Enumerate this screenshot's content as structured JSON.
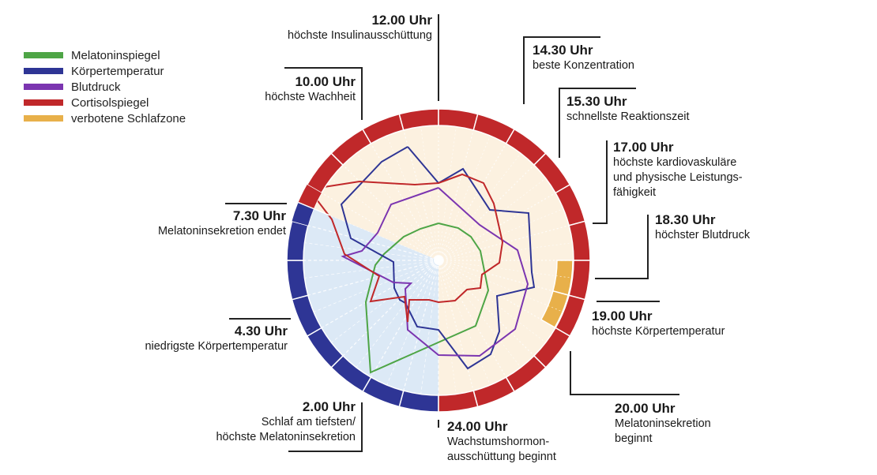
{
  "legend": [
    {
      "label": "Melatoninspiegel",
      "color": "#4ea546"
    },
    {
      "label": "Körpertemperatur",
      "color": "#2e3595"
    },
    {
      "label": "Blutdruck",
      "color": "#7b35b0"
    },
    {
      "label": "Cortisolspiegel",
      "color": "#c0282a"
    },
    {
      "label": "verbotene Schlafzone",
      "color": "#e8b04a"
    }
  ],
  "annotations": [
    {
      "time": "12.00 Uhr",
      "desc": [
        "höchste Insulinausschüttung"
      ]
    },
    {
      "time": "14.30 Uhr",
      "desc": [
        "beste Konzentration"
      ]
    },
    {
      "time": "15.30 Uhr",
      "desc": [
        "schnellste Reaktionszeit"
      ]
    },
    {
      "time": "17.00 Uhr",
      "desc": [
        "höchste kardiovaskuläre",
        "und physische Leistungs-",
        "fähigkeit"
      ]
    },
    {
      "time": "18.30 Uhr",
      "desc": [
        "höchster Blutdruck"
      ]
    },
    {
      "time": "19.00 Uhr",
      "desc": [
        "höchste Körpertemperatur"
      ]
    },
    {
      "time": "20.00 Uhr",
      "desc": [
        "Melatoninsekretion",
        "beginnt"
      ]
    },
    {
      "time": "24.00 Uhr",
      "desc": [
        "Wachstumshormon-",
        "ausschüttung beginnt"
      ]
    },
    {
      "time": "2.00 Uhr",
      "desc": [
        "Schlaf am tiefsten/",
        "höchste Melatoninsekretion"
      ]
    },
    {
      "time": "4.30 Uhr",
      "desc": [
        "niedrigste Körpertemperatur"
      ]
    },
    {
      "time": "7.30 Uhr",
      "desc": [
        "Melatoninsekretion endet"
      ]
    },
    {
      "time": "10.00 Uhr",
      "desc": [
        "höchste Wachheit"
      ]
    }
  ],
  "colors": {
    "day_ring": "#c0282a",
    "night_ring": "#2e3595",
    "day_fill": "#fcf1e0",
    "night_fill": "#dce9f6",
    "forbidden_zone": "#e8b04a"
  },
  "chart_data": {
    "type": "radar",
    "title": "",
    "description": "24-hour circadian clock; 12 Uhr at top, 24 Uhr at bottom, 18 Uhr at right, 6 Uhr at left. Night zone (blue) from 24.00 to 7.30 Uhr; forbidden sleep zone 18.00–20.00 Uhr.",
    "categories_hours": [
      12,
      13,
      14,
      15,
      16,
      17,
      18,
      19,
      20,
      21,
      22,
      23,
      24,
      1,
      2,
      3,
      4,
      5,
      6,
      7,
      8,
      9,
      10,
      11
    ],
    "night_zone": {
      "start_hour": 0,
      "end_hour": 7.5
    },
    "forbidden_sleep_zone": {
      "start_hour": 18,
      "end_hour": 20
    },
    "series": [
      {
        "name": "Melatoninspiegel",
        "color": "#4ea546",
        "points": [
          [
            555,
            283
          ],
          [
            580,
            289
          ],
          [
            596,
            300
          ],
          [
            608,
            318
          ],
          [
            618,
            368
          ],
          [
            602,
            413
          ],
          [
            469,
            472
          ],
          [
            463,
            383
          ],
          [
            475,
            336
          ],
          [
            486,
            322
          ],
          [
            511,
            300
          ],
          [
            532,
            290
          ],
          [
            555,
            283
          ]
        ]
      },
      {
        "name": "Körpertemperatur",
        "color": "#2e3595",
        "points": [
          [
            516,
            186
          ],
          [
            555,
            232
          ],
          [
            586,
            214
          ],
          [
            620,
            266
          ],
          [
            669,
            270
          ],
          [
            673,
            345
          ],
          [
            676,
            364
          ],
          [
            629,
            375
          ],
          [
            632,
            420
          ],
          [
            621,
            449
          ],
          [
            592,
            467
          ],
          [
            555,
            418
          ],
          [
            528,
            414
          ],
          [
            513,
            384
          ],
          [
            506,
            380
          ],
          [
            499,
            365
          ],
          [
            498,
            332
          ],
          [
            444,
            302
          ],
          [
            432,
            259
          ],
          [
            483,
            205
          ],
          [
            516,
            186
          ]
        ]
      },
      {
        "name": "Blutdruck",
        "color": "#7b35b0",
        "points": [
          [
            555,
            238
          ],
          [
            607,
            285
          ],
          [
            655,
            317
          ],
          [
            668,
            360
          ],
          [
            652,
            417
          ],
          [
            607,
            451
          ],
          [
            555,
            450
          ],
          [
            516,
            418
          ],
          [
            513,
            366
          ],
          [
            520,
            359
          ],
          [
            498,
            358
          ],
          [
            434,
            325
          ],
          [
            458,
            318
          ],
          [
            478,
            295
          ],
          [
            495,
            259
          ],
          [
            555,
            238
          ]
        ]
      },
      {
        "name": "Cortisolspiegel",
        "color": "#c0282a",
        "points": [
          [
            391,
            240
          ],
          [
            455,
            230
          ],
          [
            525,
            234
          ],
          [
            555,
            232
          ],
          [
            585,
            221
          ],
          [
            612,
            232
          ],
          [
            625,
            258
          ],
          [
            636,
            307
          ],
          [
            632,
            333
          ],
          [
            610,
            348
          ],
          [
            608,
            365
          ],
          [
            591,
            367
          ],
          [
            576,
            381
          ],
          [
            555,
            383
          ],
          [
            543,
            380
          ],
          [
            518,
            380
          ],
          [
            516,
            408
          ],
          [
            512,
            376
          ],
          [
            469,
            382
          ],
          [
            480,
            350
          ],
          [
            436,
            322
          ],
          [
            420,
            278
          ],
          [
            391,
            240
          ]
        ]
      }
    ]
  }
}
